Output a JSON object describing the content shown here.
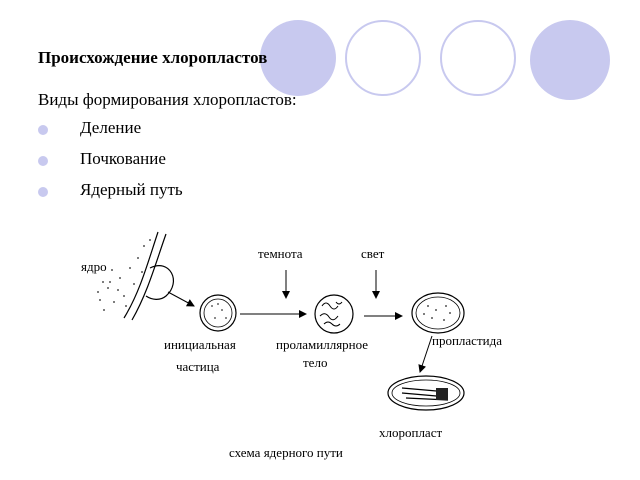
{
  "slide": {
    "title": "Происхождение хлоропластов",
    "subtitle": "Виды формирования хлоропластов:",
    "bullets": [
      "Деление",
      "Почкование",
      " Ядерный путь"
    ]
  },
  "diagram": {
    "labels": {
      "nucleus": "ядро",
      "darkness": "темнота",
      "light": "свет",
      "initial_1": "инициальная",
      "initial_2": "частица",
      "prolamellar_1": "проламиллярное",
      "prolamellar_2": "тело",
      "proplastid": "пропластида",
      "chloroplast": "хлоропласт",
      "caption": "схема ядерного пути"
    }
  },
  "colors": {
    "accent": "#c8c9ef"
  }
}
